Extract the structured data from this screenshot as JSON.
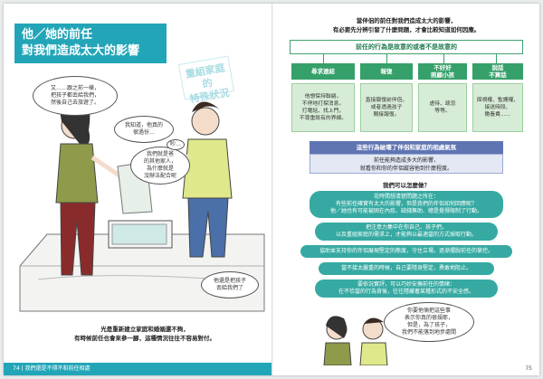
{
  "left_page": {
    "title_lines": [
      "他／她的前任",
      "對我們造成太大的影響"
    ],
    "badge_lines": [
      "重組家庭的",
      "特殊狀況"
    ],
    "bubbles": [
      "又……跟之前一樣，\n把孩子都丟給我們，\n然後自己去旅遊了。",
      "我知道，他真的\n很過份…",
      "我們就是爸\n的其他家人，\n為什麼就是\n沒辦法配合呢",
      "吵…"
    ],
    "bubble_far": "他還是把孩子\n丟給我們了",
    "caption": [
      "光是重新建立家庭和婚姻還不夠，",
      "有時候前任也會來參一腳，這種情況往往不容易對付。"
    ],
    "footer_label": "74 | 我們還是不得不和前任相處"
  },
  "right_page": {
    "intro": [
      "當伴侶的前任對我們造成太大的影響，",
      "有必要先分辨引發了什麼問題，才會比較知道如何因應。"
    ],
    "top_band": "前任的行為是故意的或者不是故意的",
    "columns": [
      {
        "head": "尋求連結",
        "body": "他想保持聯絡，\n不停地打探消息，\n打電話、找上門，\n不尊重既有的界線。"
      },
      {
        "head": "報復",
        "body": "直接報復前伴侶，\n或者透過孩子\n間接報復。"
      },
      {
        "head": "不好好\n照顧小孩",
        "body": "虐待、疏忽\n等等。"
      },
      {
        "head": "說話\n不算話",
        "body": "探視權、監護權、\n接送時段、\n贍養費……"
      }
    ],
    "blue_band": "這些行為破壞了伴侶和家庭的相處氣氛",
    "blue_sub": [
      "前任能夠造成多大的影響，",
      "就看你和你的伴侶縱容他到什麼程度。"
    ],
    "question": "我們可以怎麼做？",
    "tips": [
      "花時間想清楚問題之所在：\n有些前任確實有太大的影響，但是我們的伴侶如何回應呢？\n他／她也有可能被困在內疚、缺錢無助、總是覺得限制了行動。",
      "把注意力集中在你自己、孩子們，\n以及重組家庭的需求上，才能夠以最適當的方式採取行動。",
      "協助並支持你的伴侶展現堅定的態度，守住立場，逐漸擺脫前任的掌控。",
      "當不接太嚴重的時候，自己要隱身堅定，勇敢地阻止。",
      "要依況實評，可以巧妙安撫前任的情緒：\n在不恰當的行為背後，往往隱藏著某種形式的不安全感。"
    ],
    "comic_bubble": "你要他倆把這些事\n表示你真的很煩耶，\n但是，為了孩子，\n我們不能落到地步處間",
    "page_no": "75"
  },
  "colors": {
    "teal": "#23a5b8",
    "green": "#36a06a",
    "blue": "#5f75b3",
    "pill": "#36aaa2"
  }
}
